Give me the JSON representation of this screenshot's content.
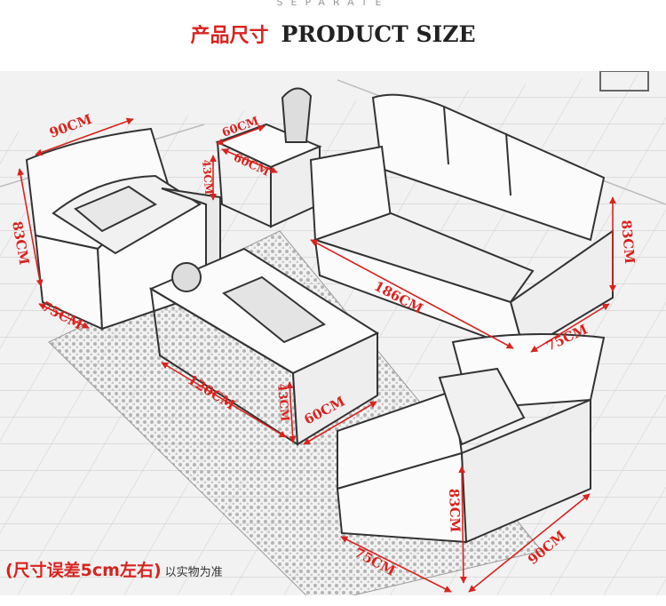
{
  "header": {
    "top_word": "SEPARATE",
    "title_cn": "产品尺寸",
    "title_en": "PRODUCT SIZE"
  },
  "dimensions": {
    "armchair_left_width": "90CM",
    "armchair_left_height": "83CM",
    "armchair_left_depth": "75CM",
    "side_table_width": "60CM",
    "side_table_depth": "60CM",
    "side_table_height": "43CM",
    "sofa_length": "186CM",
    "sofa_height": "83CM",
    "sofa_depth": "75CM",
    "coffee_table_length": "120CM",
    "coffee_table_height": "43CM",
    "coffee_table_depth": "60CM",
    "armchair_right_height": "83CM",
    "armchair_right_depth": "75CM",
    "armchair_right_width": "90CM"
  },
  "note": {
    "main": "(尺寸误差5cm左右)",
    "sub": "以实物为准"
  },
  "colors": {
    "accent": "#d9231f",
    "sketch": "#333333"
  }
}
